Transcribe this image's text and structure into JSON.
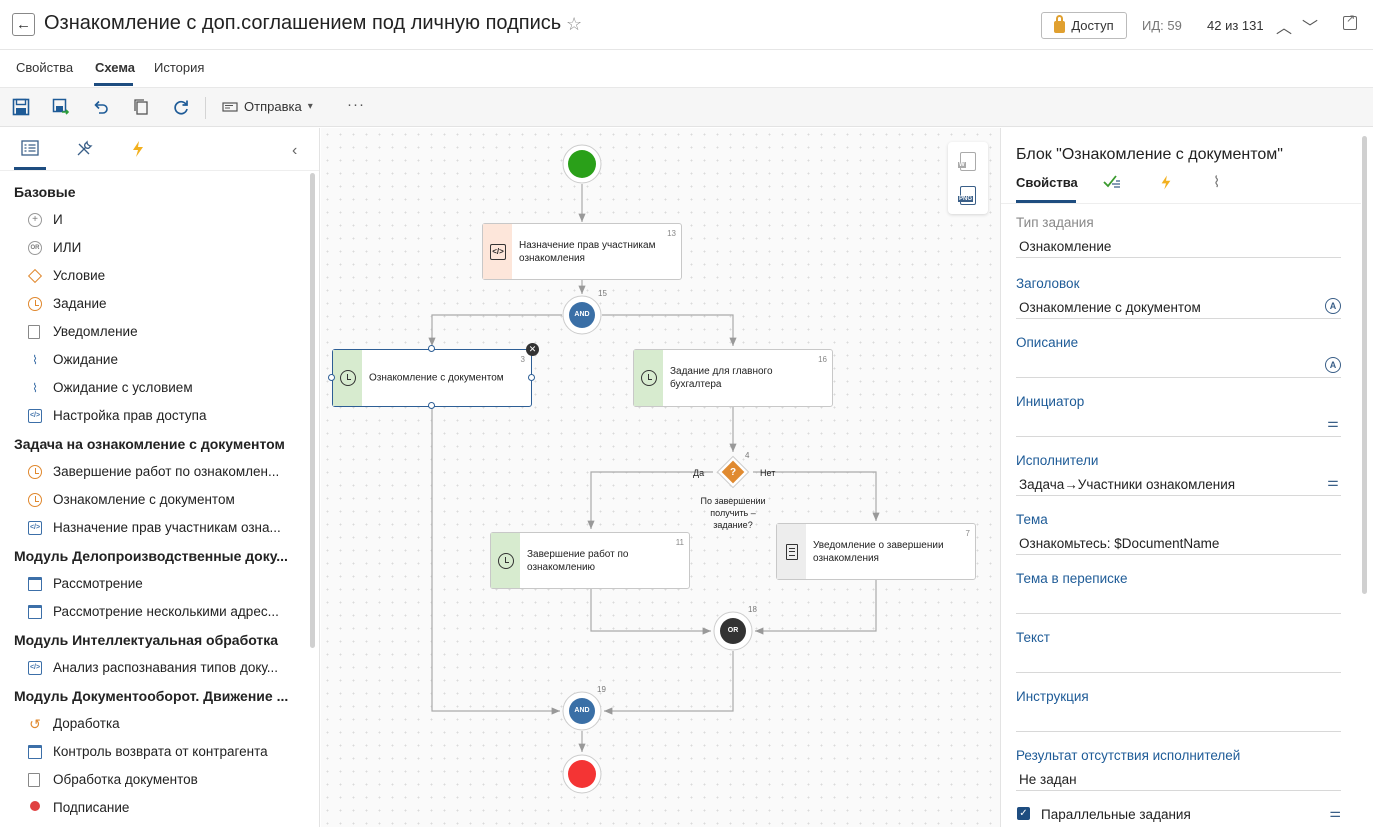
{
  "header": {
    "back_icon": "arrow-left-icon",
    "title": "Ознакомление с доп.соглашением под личную подпись",
    "access_label": "Доступ",
    "id_label": "ИД: 59",
    "position_label": "42 из 131"
  },
  "tabs": [
    {
      "label": "Свойства",
      "active": false
    },
    {
      "label": "Схема",
      "active": true
    },
    {
      "label": "История",
      "active": false
    }
  ],
  "toolbar": {
    "send_label": "Отправка",
    "more_label": "···"
  },
  "left_panel": {
    "groups": [
      {
        "title": "Базовые",
        "items": [
          {
            "label": "И",
            "icon": "and-icon"
          },
          {
            "label": "ИЛИ",
            "icon": "or-icon"
          },
          {
            "label": "Условие",
            "icon": "condition-icon"
          },
          {
            "label": "Задание",
            "icon": "task-icon"
          },
          {
            "label": "Уведомление",
            "icon": "notification-icon"
          },
          {
            "label": "Ожидание",
            "icon": "wait-icon"
          },
          {
            "label": "Ожидание с условием",
            "icon": "wait-condition-icon"
          },
          {
            "label": "Настройка прав доступа",
            "icon": "access-rights-icon"
          }
        ]
      },
      {
        "title": "Задача на ознакомление с документом",
        "items": [
          {
            "label": "Завершение работ по ознакомлен...",
            "icon": "task-icon"
          },
          {
            "label": "Ознакомление с документом",
            "icon": "task-icon"
          },
          {
            "label": "Назначение прав участникам озна...",
            "icon": "access-rights-icon"
          }
        ]
      },
      {
        "title": "Модуль Делопроизводственные доку...",
        "items": [
          {
            "label": "Рассмотрение",
            "icon": "review-icon"
          },
          {
            "label": "Рассмотрение несколькими адрес...",
            "icon": "multi-review-icon"
          }
        ]
      },
      {
        "title": "Модуль Интеллектуальная обработка",
        "items": [
          {
            "label": "Анализ распознавания типов доку...",
            "icon": "access-rights-icon"
          }
        ]
      },
      {
        "title": "Модуль Документооборот. Движение ...",
        "items": [
          {
            "label": "Доработка",
            "icon": "rework-icon"
          },
          {
            "label": "Контроль возврата от контрагента",
            "icon": "return-control-icon"
          },
          {
            "label": "Обработка документов",
            "icon": "documents-icon"
          },
          {
            "label": "Подписание",
            "icon": "signing-icon"
          }
        ]
      }
    ]
  },
  "diagram": {
    "nodes": {
      "assign_rights": {
        "text": "Назначение прав участникам ознакомления",
        "num": "13"
      },
      "and1": {
        "text": "AND",
        "num": "15"
      },
      "acquaint": {
        "text": "Ознакомление с документом",
        "num": "3"
      },
      "chief_accountant": {
        "text": "Задание для главного бухгалтера",
        "num": "16"
      },
      "condition": {
        "text": "По завершении получить – задание?",
        "num": "4",
        "yes": "Да",
        "no": "Нет",
        "symbol": "?"
      },
      "finish_work": {
        "text": "Завершение работ по ознакомлению",
        "num": "11"
      },
      "notify": {
        "text": "Уведомление о завершении ознакомления",
        "num": "7"
      },
      "or1": {
        "text": "OR",
        "num": "18"
      },
      "and2": {
        "text": "AND",
        "num": "19"
      }
    },
    "mini_toolbar": {
      "word_label": "W",
      "png_label": "PNG"
    },
    "colors": {
      "start": "#2aa019",
      "end": "#f43434",
      "gateway": "#3a6fa6",
      "or": "#333333",
      "condition": "#e08a30",
      "task_stripe": "#d7ebcf",
      "code_stripe": "#fde6da"
    }
  },
  "right_panel": {
    "title": "Блок \"Ознакомление с документом\"",
    "tab_label": "Свойства",
    "fields": [
      {
        "label": "Тип задания",
        "value": "Ознакомление"
      },
      {
        "label": "Заголовок",
        "value": "Ознакомление с документом"
      },
      {
        "label": "Описание",
        "value": ""
      },
      {
        "label": "Инициатор",
        "value": ""
      },
      {
        "label": "Исполнители",
        "value": "Задача→Участники ознакомления"
      },
      {
        "label": "Тема",
        "value": "Ознакомьтесь: $DocumentName"
      },
      {
        "label": "Тема в переписке",
        "value": ""
      },
      {
        "label": "Текст",
        "value": ""
      },
      {
        "label": "Инструкция",
        "value": ""
      },
      {
        "label": "Результат отсутствия исполнителей",
        "value": "Не задан"
      }
    ],
    "auto_symbol": "A",
    "checkbox_label": "Параллельные задания"
  }
}
